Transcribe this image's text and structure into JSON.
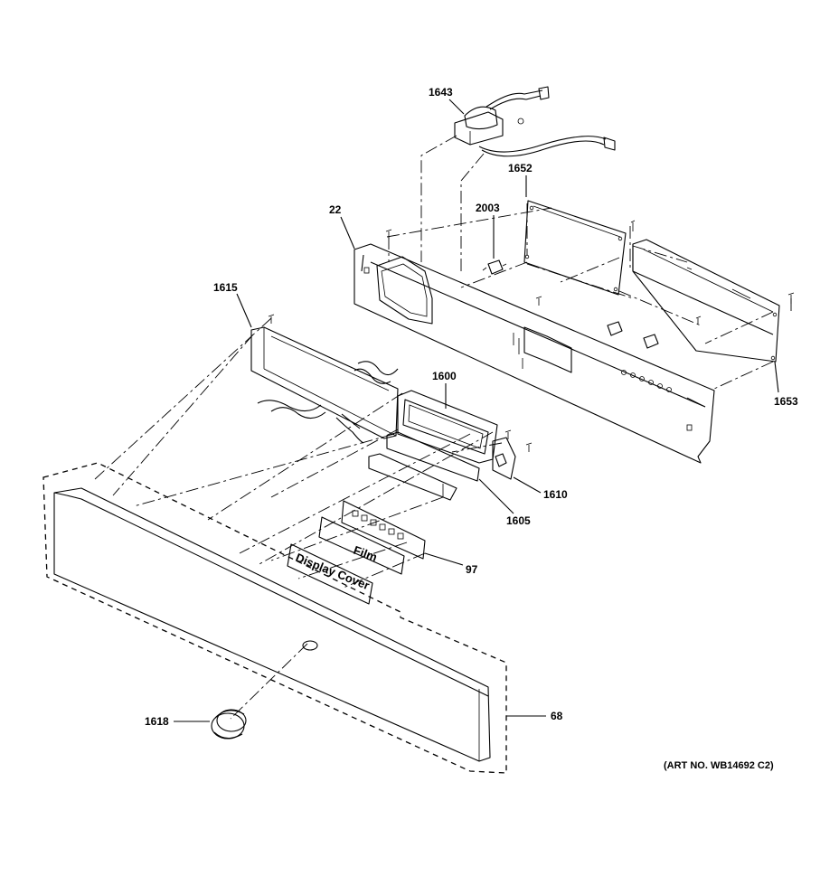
{
  "diagram": {
    "art_number": "(ART NO. WB14692 C2)",
    "callouts": {
      "p1643": "1643",
      "p1652": "1652",
      "p2003": "2003",
      "p22": "22",
      "p1615": "1615",
      "p1600": "1600",
      "p1653": "1653",
      "p1610": "1610",
      "p1605": "1605",
      "p97": "97",
      "p1618": "1618",
      "p68": "68"
    },
    "part_text": {
      "film": "Film",
      "display_cover": "Display Cover"
    }
  }
}
